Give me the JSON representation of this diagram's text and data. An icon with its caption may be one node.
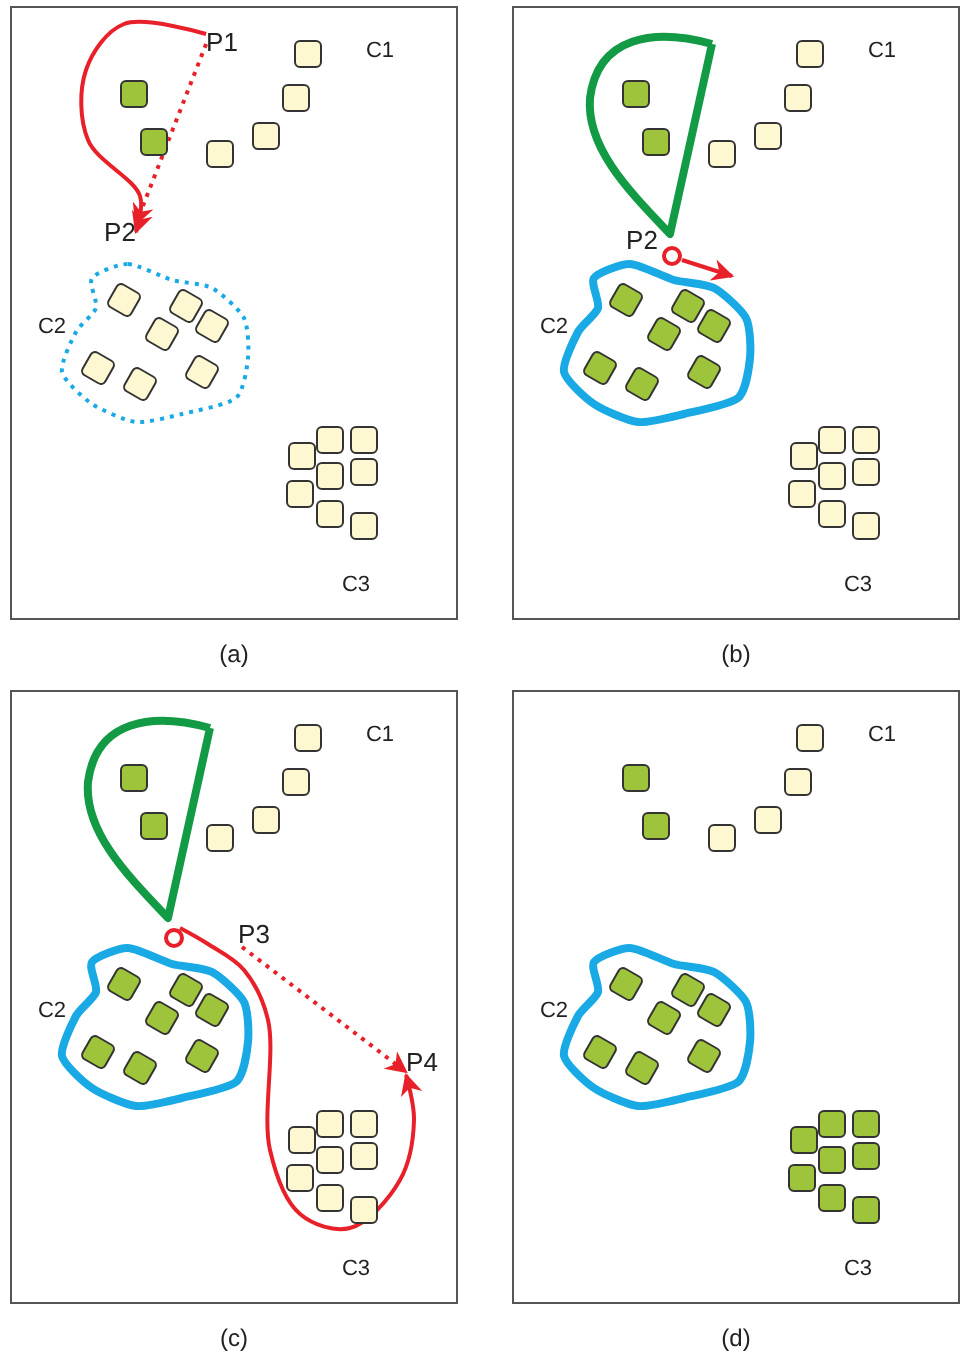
{
  "diagram": {
    "nodes": [
      {
        "text": [
          "C1",
          "C2",
          "C3"
        ],
        "beside": [
          "(a)"
        ]
      },
      {
        "text": [
          "P1"
        ],
        "in": 0
      },
      {
        "text": [
          "P2"
        ],
        "in": 0
      },
      {
        "text": [
          "C1",
          "C2",
          "C3"
        ],
        "beside": [
          "(b)"
        ]
      },
      {
        "text": [
          "P2"
        ],
        "in": 3
      },
      {
        "text": [],
        "shape": "circle",
        "in": 3
      },
      {
        "text": [
          "C1",
          "C2",
          "C3"
        ],
        "beside": [
          "(c)"
        ]
      },
      {
        "text": [],
        "shape": "circle",
        "in": 6
      },
      {
        "text": [
          "P3"
        ],
        "in": 6
      },
      {
        "text": [
          "P4"
        ],
        "in": 6
      },
      {
        "text": [
          "C1",
          "C2",
          "C3"
        ],
        "beside": [
          "(d)"
        ]
      }
    ],
    "edges": [
      {
        "from": 1,
        "to": 2,
        "arrow": "to"
      },
      {
        "from": 1,
        "to": 2,
        "arrow": "to",
        "style": "dashed"
      },
      {
        "from": 5,
        "to": null,
        "arrow": "to"
      },
      {
        "from": 7,
        "to": 9,
        "arrow": "to"
      },
      {
        "from": 8,
        "to": 9,
        "arrow": "to",
        "style": "dashed"
      }
    ]
  }
}
